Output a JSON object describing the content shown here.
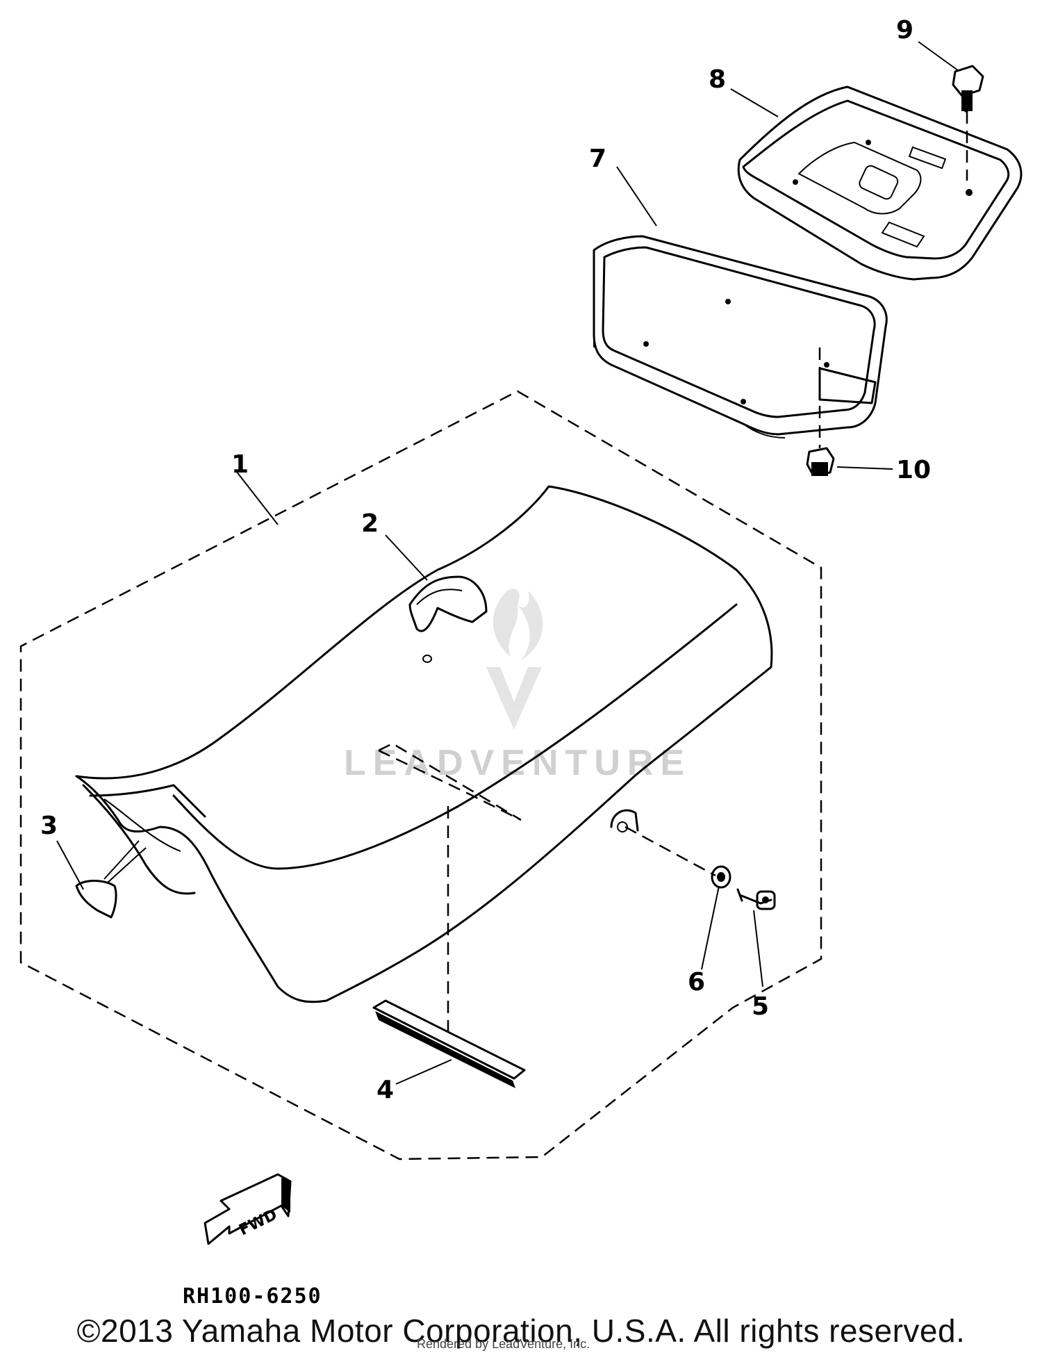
{
  "diagram": {
    "callouts": [
      "1",
      "2",
      "3",
      "4",
      "5",
      "6",
      "7",
      "8",
      "9",
      "10"
    ],
    "diagram_code": "RH100-6250",
    "direction_label": "FWD",
    "watermark": "LEADVENTURE",
    "copyright": "©2013 Yamaha Motor Corporation, U.S.A. All rights reserved.",
    "rendered_by": "Rendered by LeadVenture, Inc."
  }
}
